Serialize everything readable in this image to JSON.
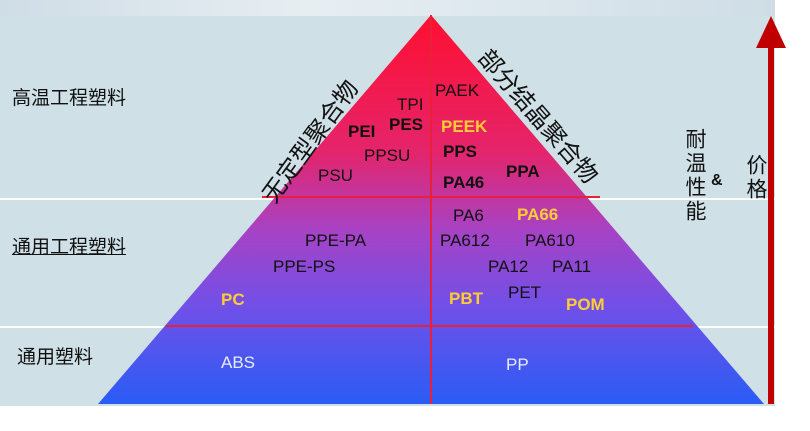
{
  "categories": {
    "high_temp": "高温工程塑料",
    "general_engineering": "通用工程塑料",
    "general": "通用塑料"
  },
  "diagonal_labels": {
    "amorphous": "无定型聚合物",
    "semi_crystalline": "部分结晶聚合物"
  },
  "axis": {
    "heat_resistance": "耐温性能",
    "ampersand": "&",
    "price": "价格"
  },
  "materials": {
    "tpi": "TPI",
    "paek": "PAEK",
    "pei": "PEI",
    "pes": "PES",
    "peek": "PEEK",
    "ppsu": "PPSU",
    "psu": "PSU",
    "pps": "PPS",
    "pa46": "PA46",
    "ppa": "PPA",
    "pa6": "PA6",
    "pa66": "PA66",
    "ppe_pa": "PPE-PA",
    "pa612": "PA612",
    "pa610": "PA610",
    "ppe_ps": "PPE-PS",
    "pa12": "PA12",
    "pa11": "PA11",
    "pc": "PC",
    "pbt": "PBT",
    "pet": "PET",
    "pom": "POM",
    "abs": "ABS",
    "pp": "PP"
  },
  "colors": {
    "apex": "#ff1a3c",
    "middle": "#a33ed0",
    "base": "#2a5cf5",
    "highlight": "#ffcc33",
    "arrow": "#c00000",
    "divider": "#e8203a"
  }
}
